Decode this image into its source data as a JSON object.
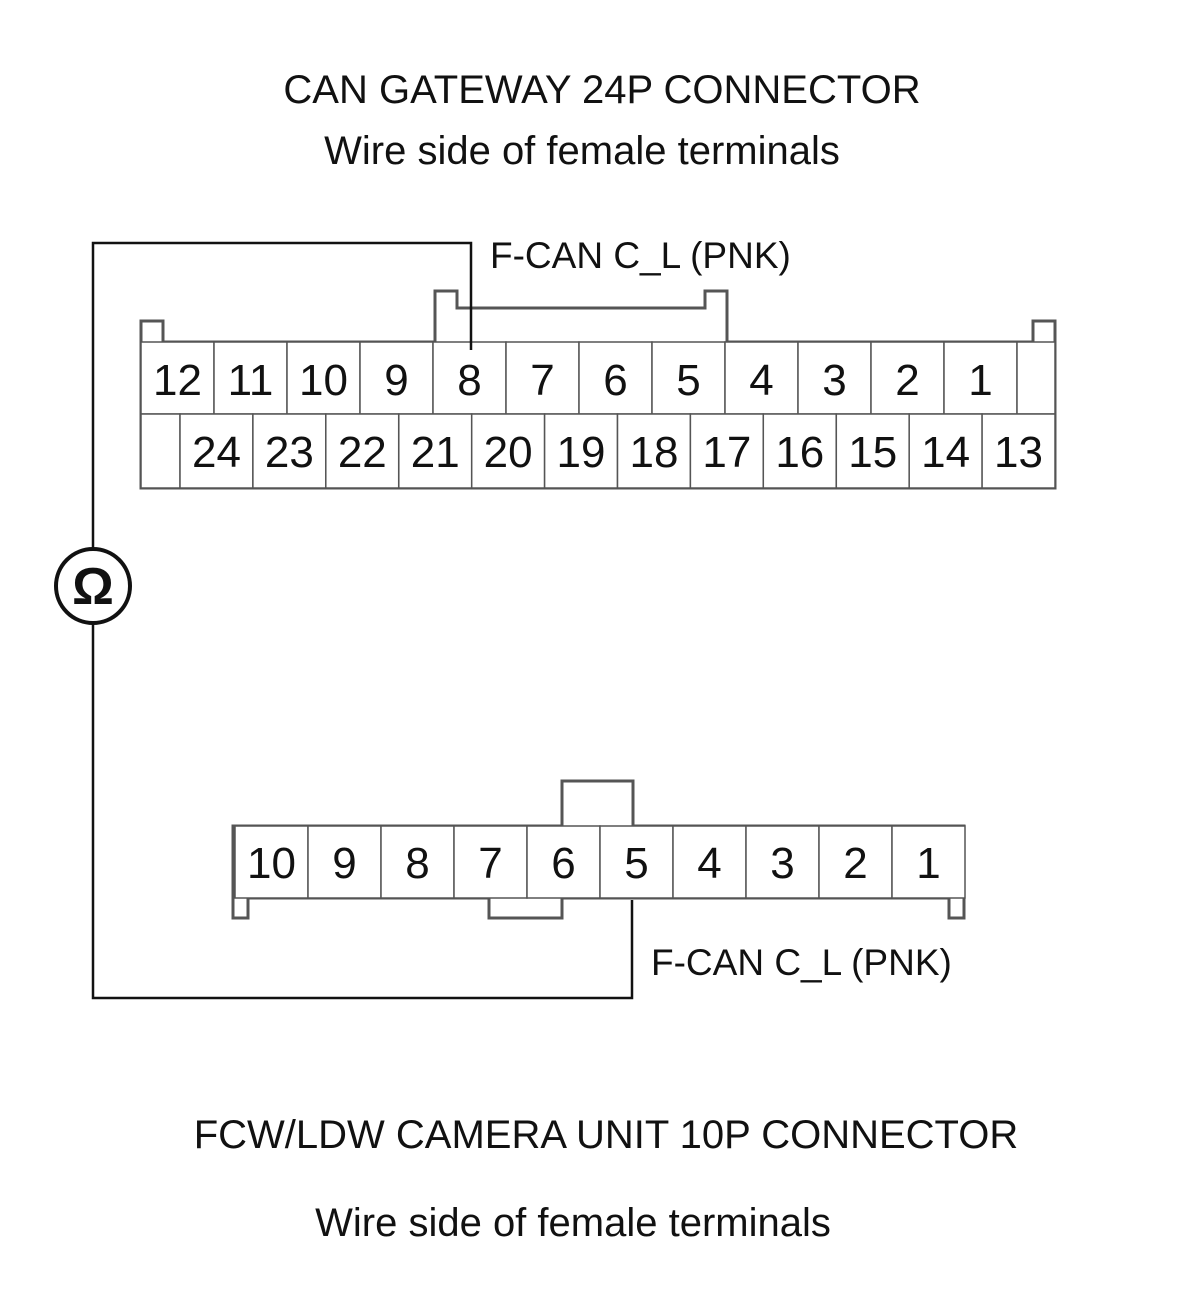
{
  "top_title": "CAN GATEWAY 24P CONNECTOR",
  "top_subtitle": "Wire side of female terminals",
  "top_wire_label": "F-CAN C_L (PNK)",
  "bottom_wire_label": "F-CAN C_L (PNK)",
  "bottom_title": "FCW/LDW CAMERA UNIT 10P CONNECTOR",
  "bottom_subtitle": "Wire side of female terminals",
  "meter_symbol": "Ω",
  "connector_24p": {
    "row1": [
      "12",
      "11",
      "10",
      "9",
      "8",
      "7",
      "6",
      "5",
      "4",
      "3",
      "2",
      "1"
    ],
    "row2": [
      "24",
      "23",
      "22",
      "21",
      "20",
      "19",
      "18",
      "17",
      "16",
      "15",
      "14",
      "13"
    ]
  },
  "connector_10p": {
    "row1": [
      "10",
      "9",
      "8",
      "7",
      "6",
      "5",
      "4",
      "3",
      "2",
      "1"
    ]
  },
  "probe_top_terminal": "8",
  "probe_bottom_terminal": "5"
}
